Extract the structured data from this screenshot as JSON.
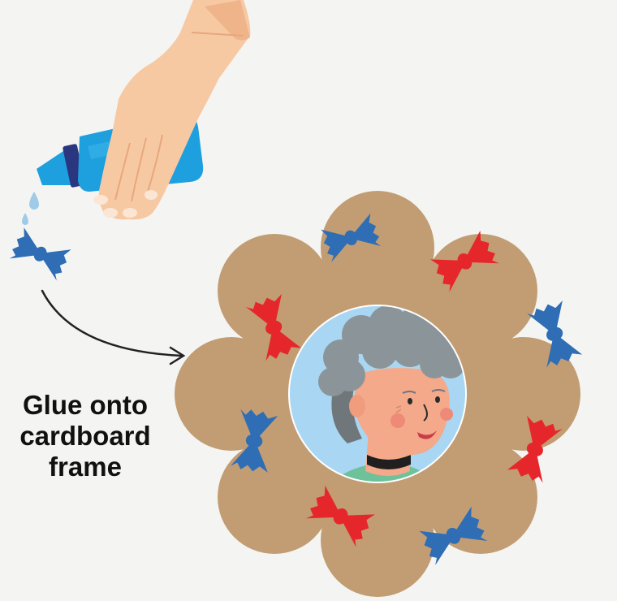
{
  "caption": {
    "line1": "Glue onto",
    "line2": "cardboard",
    "line3": "frame"
  },
  "colors": {
    "background": "#f4f5f3",
    "cardboard": "#c29d73",
    "pasta_blue": "#2f6db5",
    "pasta_red": "#e5272b",
    "glue_bottle": "#1ea0de",
    "photo_sky": "#a9d6f2",
    "skin": "#f7c9a3",
    "hair": "#8b9599"
  },
  "icons": {
    "hand": "hand-icon",
    "glue_bottle": "glue-bottle-icon",
    "glue_drop": "glue-drop-icon",
    "pasta_bow": "bowtie-pasta-icon",
    "arrow": "curved-arrow-icon",
    "portrait": "grandmother-portrait-icon"
  }
}
